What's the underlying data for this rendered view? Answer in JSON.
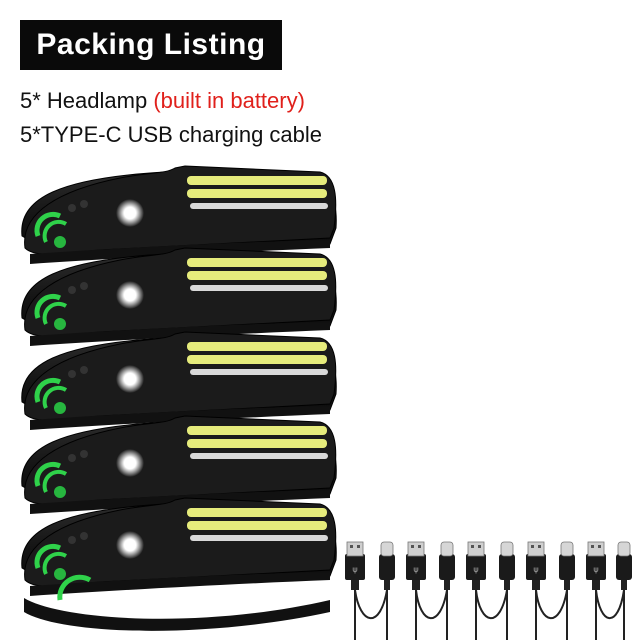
{
  "title": "Packing Listing",
  "items": [
    {
      "text": "5* Headlamp ",
      "note": "(built in battery)"
    },
    {
      "text": "5*TYPE-C USB charging cable"
    }
  ],
  "headlamp_count": 5,
  "cable_count": 5,
  "colors": {
    "accent": "#e0201b",
    "title_bg": "#0a0a0a",
    "band": "#161616",
    "cob_yellow": "#e6ec7c",
    "led_green": "#2fd24a"
  }
}
